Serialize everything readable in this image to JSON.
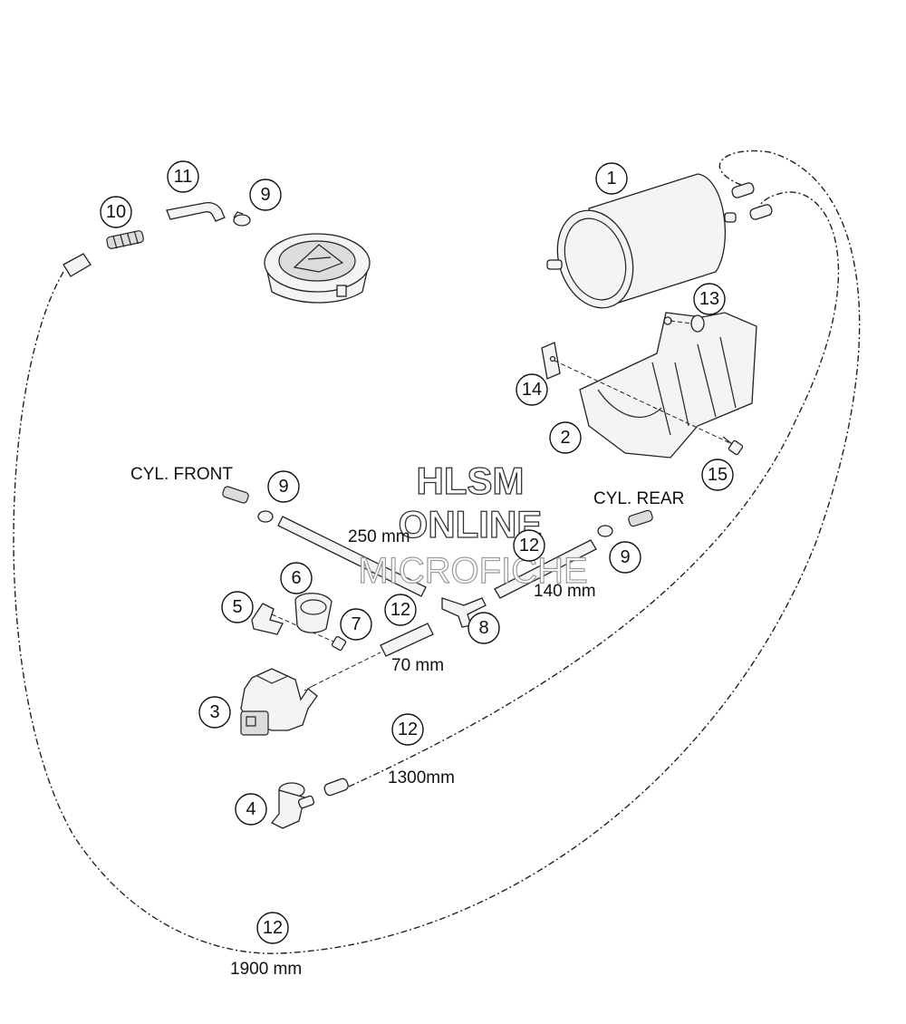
{
  "callouts": [
    {
      "id": "c1",
      "label": "1"
    },
    {
      "id": "c2",
      "label": "2"
    },
    {
      "id": "c3",
      "label": "3"
    },
    {
      "id": "c4",
      "label": "4"
    },
    {
      "id": "c5",
      "label": "5"
    },
    {
      "id": "c6",
      "label": "6"
    },
    {
      "id": "c7",
      "label": "7"
    },
    {
      "id": "c8",
      "label": "8"
    },
    {
      "id": "c9a",
      "label": "9"
    },
    {
      "id": "c9b",
      "label": "9"
    },
    {
      "id": "c9c",
      "label": "9"
    },
    {
      "id": "c10",
      "label": "10"
    },
    {
      "id": "c11",
      "label": "11"
    },
    {
      "id": "c12a",
      "label": "12"
    },
    {
      "id": "c12b",
      "label": "12"
    },
    {
      "id": "c12c",
      "label": "12"
    },
    {
      "id": "c12d",
      "label": "12"
    },
    {
      "id": "c13",
      "label": "13"
    },
    {
      "id": "c14",
      "label": "14"
    },
    {
      "id": "c15",
      "label": "15"
    }
  ],
  "labels": {
    "cyl_front": "CYL. FRONT",
    "cyl_rear": "CYL. REAR",
    "len_250": "250 mm",
    "len_140": "140 mm",
    "len_70": "70 mm",
    "len_1300": "1300mm",
    "len_1900": "1900 mm"
  },
  "watermark": {
    "line1": "HLSM",
    "line2": "ONLINE",
    "line3": "MICROFICHE"
  }
}
